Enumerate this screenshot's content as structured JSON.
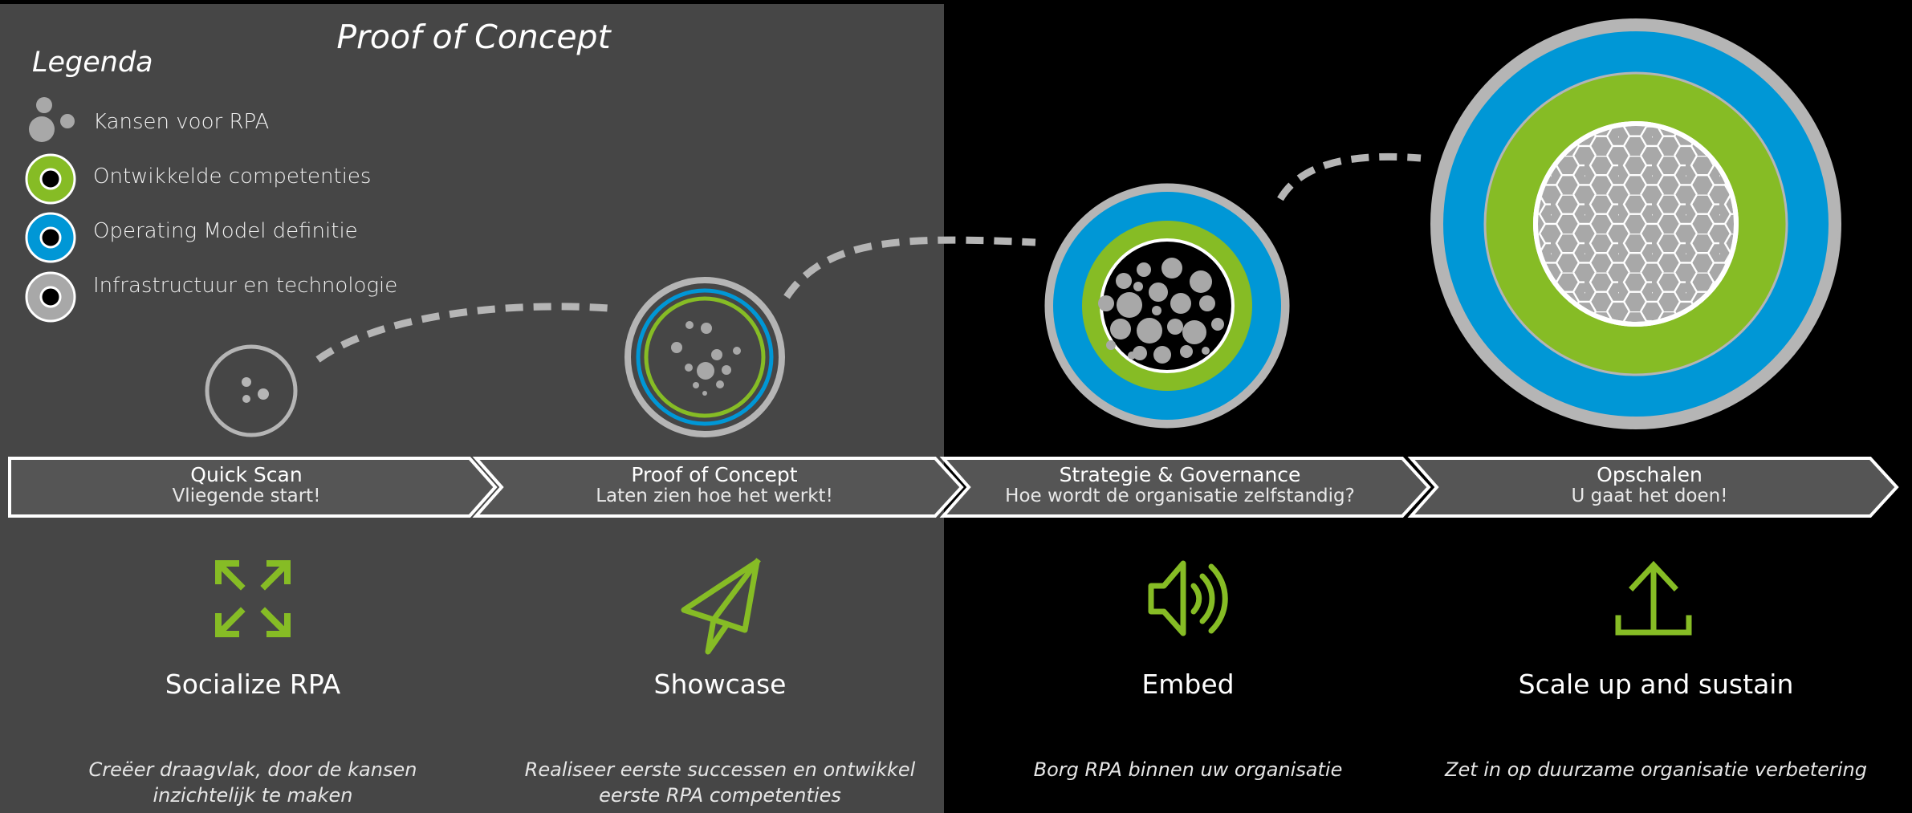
{
  "header": {
    "title": "Proof of Concept"
  },
  "legend": {
    "title": "Legenda",
    "items": [
      {
        "label": "Kansen voor RPA",
        "icon": "bubbles-icon"
      },
      {
        "label": "Ontwikkelde competenties",
        "icon": "green-ring-icon"
      },
      {
        "label": "Operating Model definitie",
        "icon": "blue-ring-icon"
      },
      {
        "label": "Infrastructuur en technologie",
        "icon": "grey-ring-icon"
      }
    ]
  },
  "phases": [
    {
      "chevron_title": "Quick Scan",
      "chevron_sub": "Vliegende start!",
      "icon": "expand-arrows-icon",
      "title": "Socialize RPA",
      "description": "Creëer draagvlak, door de kansen inzichtelijk te maken"
    },
    {
      "chevron_title": "Proof of Concept",
      "chevron_sub": "Laten zien hoe het werkt!",
      "icon": "paper-plane-icon",
      "title": "Showcase",
      "description": "Realiseer eerste successen en ontwikkel eerste RPA competenties"
    },
    {
      "chevron_title": "Strategie & Governance",
      "chevron_sub": "Hoe wordt de organisatie zelfstandig?",
      "icon": "speaker-icon",
      "title": "Embed",
      "description": "Borg RPA binnen uw organisatie"
    },
    {
      "chevron_title": "Opschalen",
      "chevron_sub": "U gaat het doen!",
      "icon": "upload-icon",
      "title": "Scale up and sustain",
      "description": "Zet in op duurzame organisatie verbetering"
    }
  ],
  "colors": {
    "panel": "#464646",
    "green": "#86bc25",
    "blue": "#0097d6",
    "grey": "#a8a8a8",
    "chevron": "#555555"
  }
}
